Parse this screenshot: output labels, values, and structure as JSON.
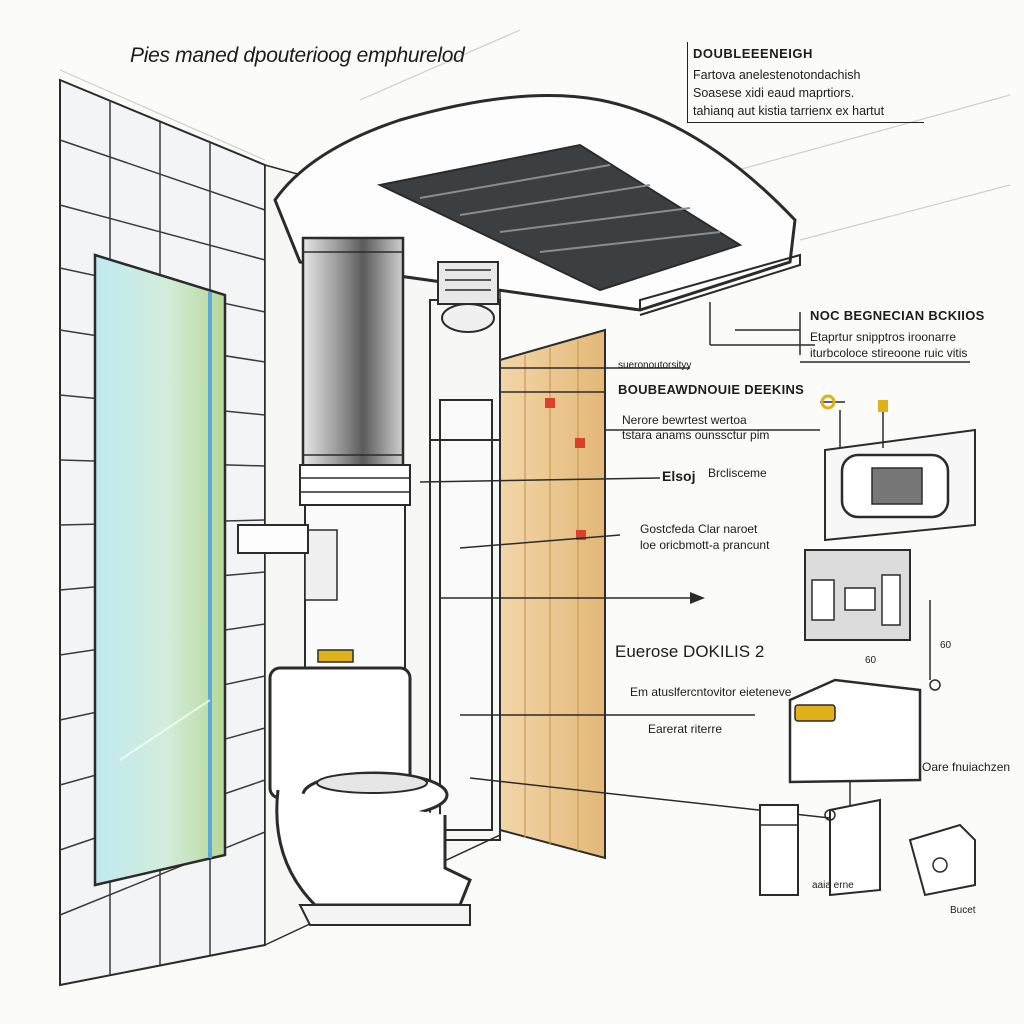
{
  "title": "Pies maned dpouterioog emphurelod",
  "info_box": {
    "heading": "DOUBLEEENEIGH",
    "lines": [
      "Fartova anelestenotondachish",
      "Soasese xidi eaud maprtiors.",
      "tahianq aut kistia tarrienx ex hartut"
    ]
  },
  "callouts": {
    "ventilation_heading": "NOC BEGNECIAN BCKIIOS",
    "ventilation_line_1": "Etaprtur snipptros iroonarre",
    "ventilation_line_2": "iturbcoloce stireoone ruic vitis",
    "small_tag": "sueronoutorsityy",
    "mid_heading": "BOUBEAWDNOUIE DEEKINS",
    "mid_line_1": "Nerore bewrtest wertoa",
    "mid_line_2": "tstara anams ounssctur pim",
    "bracket_label_a": "Elsoj",
    "bracket_label_b": "Brclisceme",
    "socket_line_1": "Gostcfeda Clar naroet",
    "socket_line_2": "loe oricbmott-a prancunt",
    "section_heading": "Euerose DOKILIS 2",
    "section_line_1": "Em atuslfercntovitor eieteneve",
    "section_line_2": "Earerat riterre",
    "fixture_label": "Oare fnuiachzen",
    "num_a": "60",
    "num_b": "60",
    "tiny_a": "aaia erne",
    "tiny_b": "Bucet"
  },
  "colors": {
    "line": "#2b2b2b",
    "tile": "#f1f3f4",
    "glass": "#c9ecef",
    "glass_green": "#cfe7b8",
    "wood": "#e9c48e",
    "vent_dark": "#3c3f42",
    "accent_yellow": "#e0b21a",
    "accent_red": "#d9412b"
  }
}
